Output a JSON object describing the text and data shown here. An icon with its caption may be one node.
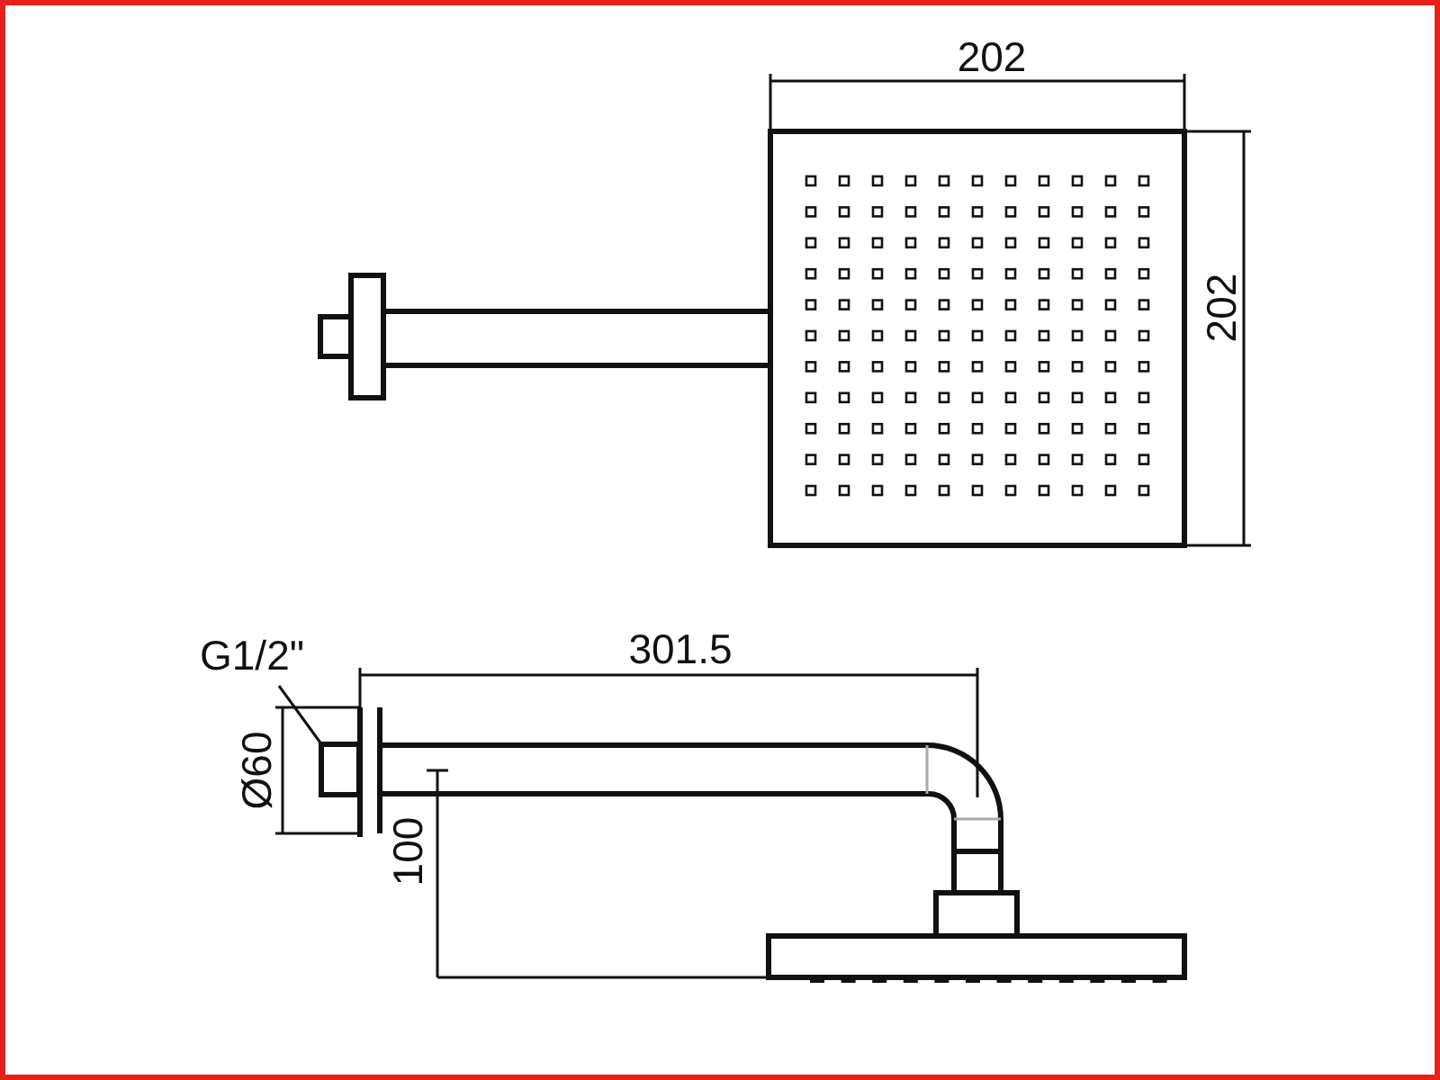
{
  "diagram": {
    "nodes": [
      {
        "text": [
          "G1/2\""
        ]
      },
      {
        "text": [],
        "shape": "box"
      }
    ],
    "edges": [
      {
        "from": 0,
        "to": 1,
        "arrow": "none"
      }
    ],
    "labels": [
      "202",
      "202",
      "301.5",
      "Ø60",
      "100"
    ]
  }
}
